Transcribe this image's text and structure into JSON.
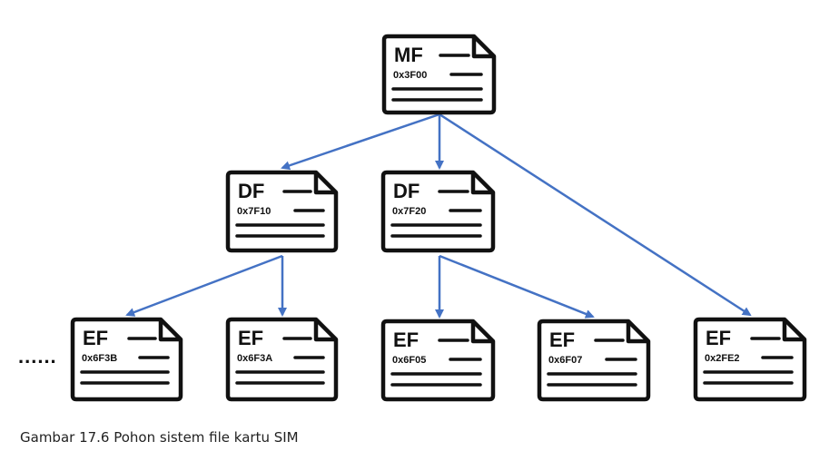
{
  "nodes": {
    "mf": {
      "type": "MF",
      "addr": "0x3F00"
    },
    "df1": {
      "type": "DF",
      "addr": "0x7F10"
    },
    "df2": {
      "type": "DF",
      "addr": "0x7F20"
    },
    "ef1": {
      "type": "EF",
      "addr": "0x6F3B"
    },
    "ef2": {
      "type": "EF",
      "addr": "0x6F3A"
    },
    "ef3": {
      "type": "EF",
      "addr": "0x6F05"
    },
    "ef4": {
      "type": "EF",
      "addr": "0x6F07"
    },
    "ef5": {
      "type": "EF",
      "addr": "0x2FE2"
    }
  },
  "edges": [
    [
      "mf",
      "df1"
    ],
    [
      "mf",
      "df2"
    ],
    [
      "mf",
      "ef5"
    ],
    [
      "df1",
      "ef1"
    ],
    [
      "df1",
      "ef2"
    ],
    [
      "df2",
      "ef3"
    ],
    [
      "df2",
      "ef4"
    ]
  ],
  "ellipsis": "......",
  "caption": "Gambar 17.6 Pohon sistem file kartu SIM",
  "colors": {
    "arrow": "#4472c4",
    "border": "#111111",
    "fill": "#ffffff"
  }
}
